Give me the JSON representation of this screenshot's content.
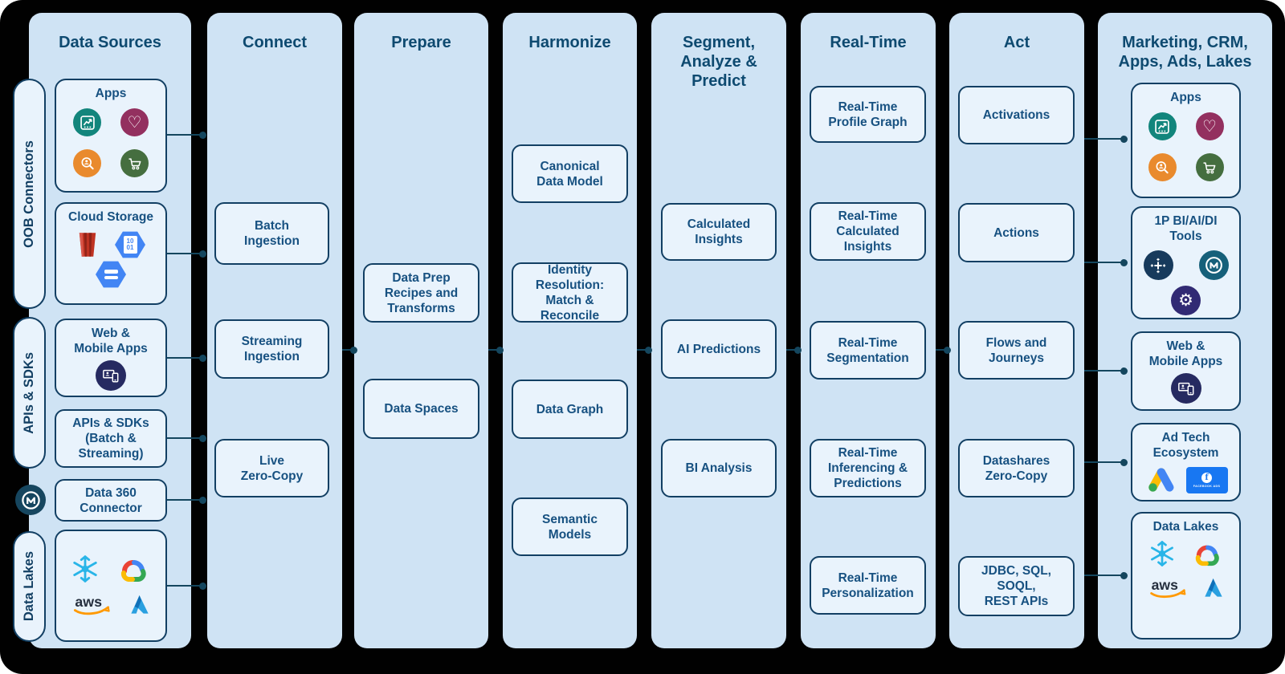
{
  "columns": [
    {
      "title": "Data Sources",
      "cards": [
        {
          "title": "Apps"
        },
        {
          "title": "Cloud Storage"
        },
        {
          "title": "Web &\nMobile Apps"
        },
        {
          "title": "APIs & SDKs\n(Batch &\nStreaming)"
        },
        {
          "title": "Data 360\nConnector"
        },
        {
          "title": ""
        }
      ]
    },
    {
      "title": "Connect",
      "boxes": [
        "Batch\nIngestion",
        "Streaming\nIngestion",
        "Live\nZero-Copy"
      ]
    },
    {
      "title": "Prepare",
      "boxes": [
        "Data Prep\nRecipes and\nTransforms",
        "Data Spaces"
      ]
    },
    {
      "title": "Harmonize",
      "boxes": [
        "Canonical\nData Model",
        "Identity\nResolution:\nMatch &\nReconcile",
        "Data Graph",
        "Semantic\nModels"
      ]
    },
    {
      "title": "Segment,\nAnalyze &\nPredict",
      "boxes": [
        "Calculated\nInsights",
        "AI Predictions",
        "BI Analysis"
      ]
    },
    {
      "title": "Real-Time",
      "boxes": [
        "Real-Time\nProfile Graph",
        "Real-Time\nCalculated\nInsights",
        "Real-Time\nSegmentation",
        "Real-Time\nInferencing &\nPredictions",
        "Real-Time\nPersonalization"
      ]
    },
    {
      "title": "Act",
      "boxes": [
        "Activations",
        "Actions",
        "Flows and\nJourneys",
        "Datashares\nZero-Copy",
        "JDBC, SQL,\nSOQL,\nREST APIs"
      ]
    },
    {
      "title": "Marketing, CRM,\nApps, Ads, Lakes",
      "cards": [
        {
          "title": "Apps"
        },
        {
          "title": "1P BI/AI/DI\nTools"
        },
        {
          "title": "Web &\nMobile Apps"
        },
        {
          "title": "Ad Tech\nEcosystem"
        },
        {
          "title": "Data Lakes"
        }
      ]
    }
  ],
  "rails": [
    {
      "label": "OOB Connectors"
    },
    {
      "label": "APIs & SDKs"
    },
    {
      "label": "Data Lakes"
    }
  ],
  "icons": {
    "mulesoft_letter": "M",
    "heart_glyph": "♡",
    "gear_glyph": "⚙",
    "aws_word": "aws",
    "doc_bits": "10\n01",
    "facebook_f": "f",
    "facebook_ads_text": "FACEBOOK ADS"
  },
  "colors": {
    "background": "#010101",
    "column_bg": "#cfe3f4",
    "box_bg": "#e9f3fc",
    "border": "#123f63",
    "connector": "#14465e",
    "title_text": "#0e4a70",
    "box_text": "#175181",
    "teal_icon": "#12857c",
    "maroon_icon": "#93305f",
    "orange_icon": "#e98a2d",
    "green_icon": "#456e3f",
    "indigo_icon": "#262a61",
    "mulesoft_teal": "#16607a",
    "tableau_navy": "#173a5c",
    "einstein_indigo": "#312a74",
    "google_blue": "#4285f4",
    "google_yellow": "#fbbc04",
    "google_green": "#34a853",
    "google_red": "#ea4335",
    "snowflake_blue": "#29b5e8",
    "facebook_blue": "#1877f2",
    "aws_orange": "#ff9900",
    "s3_red": "#bf3322",
    "azure_blue": "#1f8fdd"
  }
}
